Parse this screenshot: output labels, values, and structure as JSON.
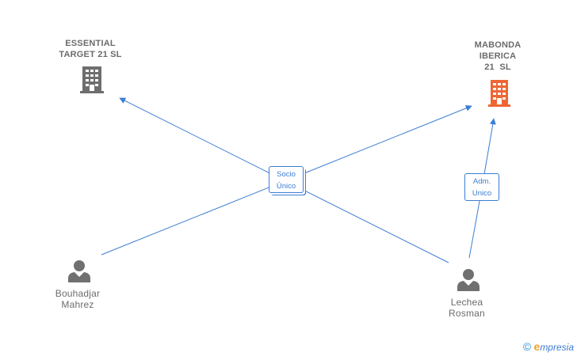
{
  "colors": {
    "edge": "#3c7dd2",
    "company_gray": "#6e6e6e",
    "company_highlight": "#ee6633",
    "person": "#707070",
    "text": "#6b6b6b"
  },
  "nodes": {
    "essential": {
      "line1": "ESSENTIAL",
      "line2": "TARGET 21 SL",
      "icon": "building-icon"
    },
    "mabonda": {
      "line1": "MABONDA",
      "line2": "IBERICA",
      "line3": "21  SL",
      "icon": "building-icon"
    },
    "bouhadjar": {
      "line1": "Bouhadjar",
      "line2": "Mahrez",
      "icon": "person-icon"
    },
    "lechea": {
      "line1": "Lechea",
      "line2": "Rosman",
      "icon": "person-icon"
    }
  },
  "edge_labels": {
    "socio": {
      "line1": "Socio",
      "line2": "Único"
    },
    "adm": {
      "line1": "Adm.",
      "line2": "Unico"
    }
  },
  "footer": {
    "copyright": "©",
    "brand_e": "e",
    "brand_rest": "mpresia"
  }
}
